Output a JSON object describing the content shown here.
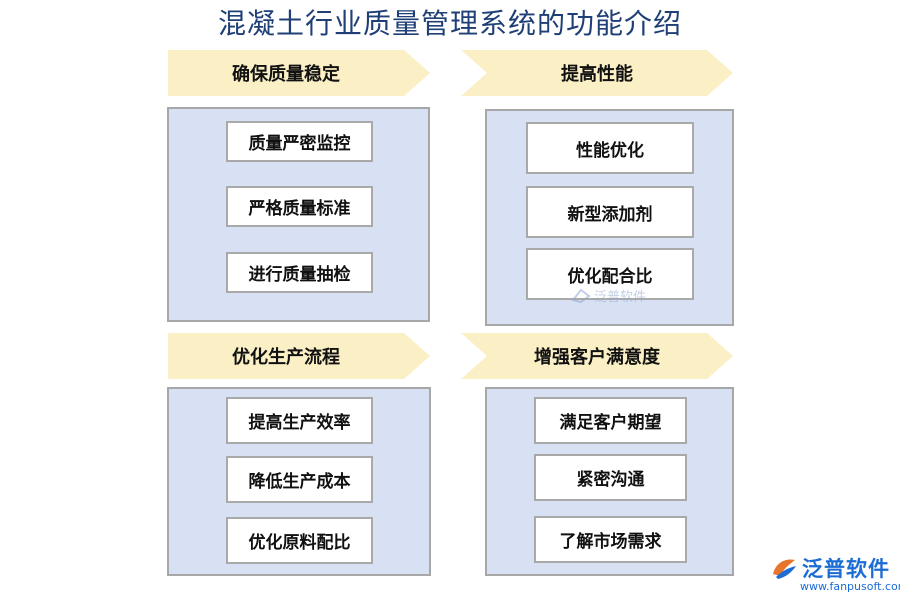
{
  "title": "混凝土行业质量管理系统的功能介绍",
  "colors": {
    "banner": "#fbefc6",
    "panel": "#d8e1f4",
    "title": "#1f3f77",
    "brand": "#1c6cd5"
  },
  "sections": [
    {
      "heading": "确保质量稳定",
      "items": [
        "质量严密监控",
        "严格质量标准",
        "进行质量抽检"
      ]
    },
    {
      "heading": "提高性能",
      "items": [
        "性能优化",
        "新型添加剂",
        "优化配合比"
      ]
    },
    {
      "heading": "优化生产流程",
      "items": [
        "提高生产效率",
        "降低生产成本",
        "优化原料配比"
      ]
    },
    {
      "heading": "增强客户满意度",
      "items": [
        "满足客户期望",
        "紧密沟通",
        "了解市场需求"
      ]
    }
  ],
  "watermark": {
    "text": "泛普软件",
    "icon": "fanpu-logo-icon"
  },
  "logo": {
    "text": "泛普软件",
    "url": "www.fanpusoft.com",
    "icon": "fanpu-logo-icon"
  }
}
